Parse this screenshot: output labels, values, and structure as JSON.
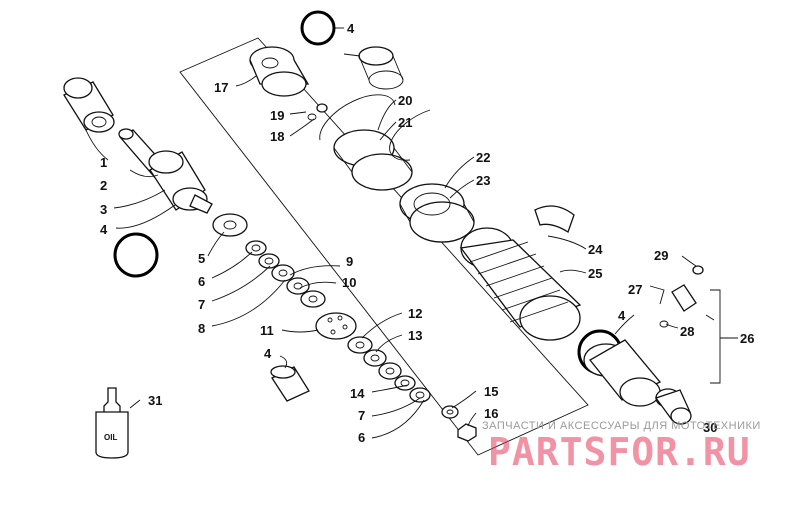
{
  "labels": {
    "l1": "1",
    "l2": "2",
    "l3": "3",
    "l4a": "4",
    "l4b": "4",
    "l4c": "4",
    "l4d": "4",
    "l5": "5",
    "l6a": "6",
    "l6b": "6",
    "l7a": "7",
    "l7b": "7",
    "l8": "8",
    "l9": "9",
    "l10": "10",
    "l11": "11",
    "l12": "12",
    "l13": "13",
    "l14": "14",
    "l15": "15",
    "l16": "16",
    "l17": "17",
    "l18": "18",
    "l19": "19",
    "l20": "20",
    "l21": "21",
    "l22": "22",
    "l23": "23",
    "l24": "24",
    "l25": "25",
    "l26": "26",
    "l27": "27",
    "l28": "28",
    "l29": "29",
    "l30": "30",
    "l31": "31"
  },
  "bottle_label": "OIL",
  "watermark": {
    "tagline": "ЗАПЧАСТИ И АКСЕССУАРЫ ДЛЯ МОТОТЕХНИКИ",
    "brand": "PARTSFOR.RU"
  }
}
